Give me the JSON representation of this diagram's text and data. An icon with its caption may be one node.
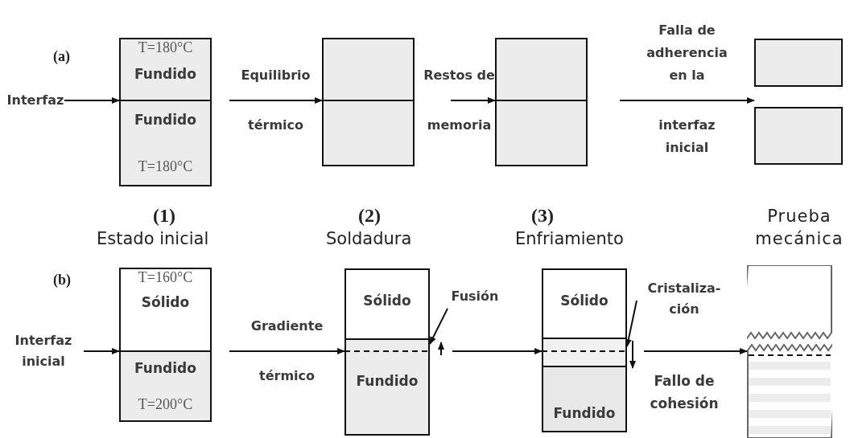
{
  "diagram": {
    "nodes": [
      {
        "text": [
          "Interfaz"
        ]
      },
      {
        "text": [
          "T=180°C",
          "Fundido",
          "Fundido",
          "T=180°C"
        ]
      },
      {
        "text": [],
        "shape": "box"
      },
      {
        "text": [],
        "shape": "box"
      },
      {
        "text": [],
        "shape": "box"
      },
      {
        "text": [],
        "shape": "box"
      },
      {
        "text": [
          "Interfaz inicial"
        ]
      },
      {
        "text": [
          "T=160°C",
          "Sólido",
          "Fundido",
          "T=200°C"
        ]
      },
      {
        "text": [
          "Sólido",
          "Fundido"
        ]
      },
      {
        "text": [
          "Fusión"
        ]
      },
      {
        "text": [
          "Sólido",
          "Fundido"
        ]
      },
      {
        "text": [
          "Cristaliza- ción"
        ]
      },
      {
        "text": [],
        "shape": "box"
      },
      {
        "text": [],
        "shape": "box"
      }
    ],
    "edges": [
      {
        "from": 0,
        "to": 1,
        "arrow": "to"
      },
      {
        "from": 1,
        "to": 2,
        "arrow": "to",
        "label": "Equilibrio térmico"
      },
      {
        "from": 2,
        "to": 3,
        "arrow": "to",
        "label": "Restos de memoria"
      },
      {
        "from": 3,
        "to": 5,
        "arrow": "to",
        "label": "Falla de adherencia en la interfaz inicial"
      },
      {
        "from": 6,
        "to": 7,
        "arrow": "to"
      },
      {
        "from": 7,
        "to": 8,
        "arrow": "to",
        "label": "Gradiente térmico"
      },
      {
        "from": 9,
        "to": 8,
        "arrow": "to"
      },
      {
        "from": 8,
        "to": 10,
        "arrow": "to"
      },
      {
        "from": 11,
        "to": 10,
        "arrow": "to"
      },
      {
        "from": 10,
        "to": 13,
        "arrow": "to"
      }
    ],
    "labels": [
      "(a)",
      "(1)",
      "Estado inicial",
      "(2)",
      "Soldadura",
      "(3)",
      "Enfriamiento",
      "Prueba mecánica",
      "(b)",
      "Fallo de cohesión"
    ]
  }
}
